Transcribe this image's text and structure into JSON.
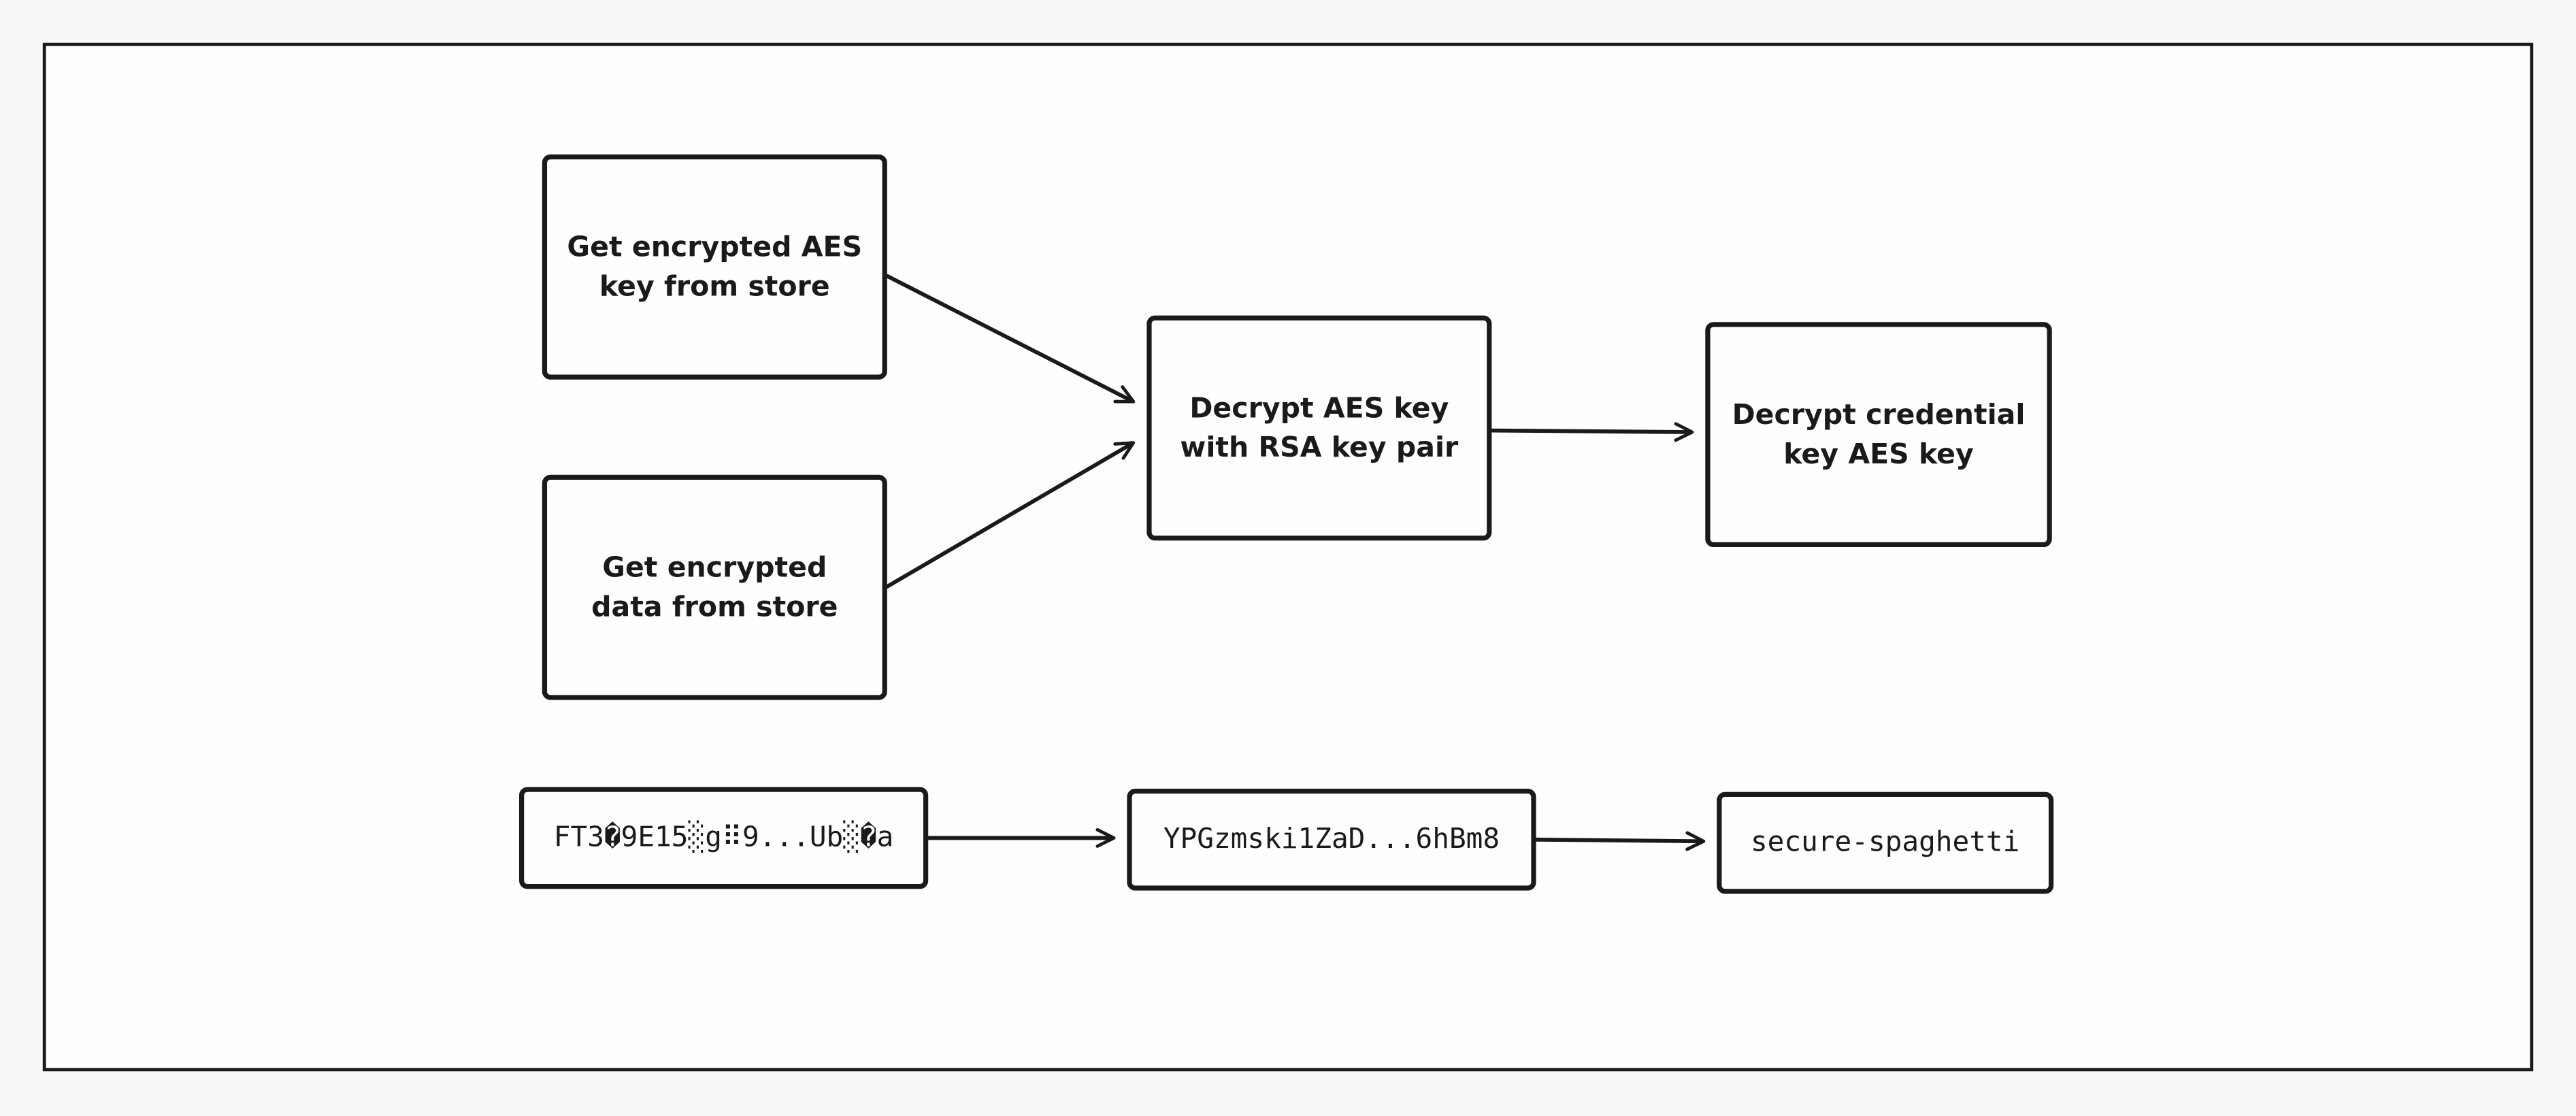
{
  "steps": {
    "get_aes_key": "Get encrypted AES key from store",
    "get_data": "Get encrypted data from store",
    "decrypt_aes_key": "Decrypt AES key with RSA key pair",
    "decrypt_credential": "Decrypt credential key AES key"
  },
  "values": {
    "encrypted_data": "FT3�9E15░g⠿9...Ub░�a",
    "aes_key": "YPGzmski1ZaD...6hBm8",
    "credential": "secure-spaghetti"
  },
  "colors": {
    "stroke": "#1a1a1a",
    "background": "#f7f8fa",
    "frame_fill": "#fdfeff"
  }
}
